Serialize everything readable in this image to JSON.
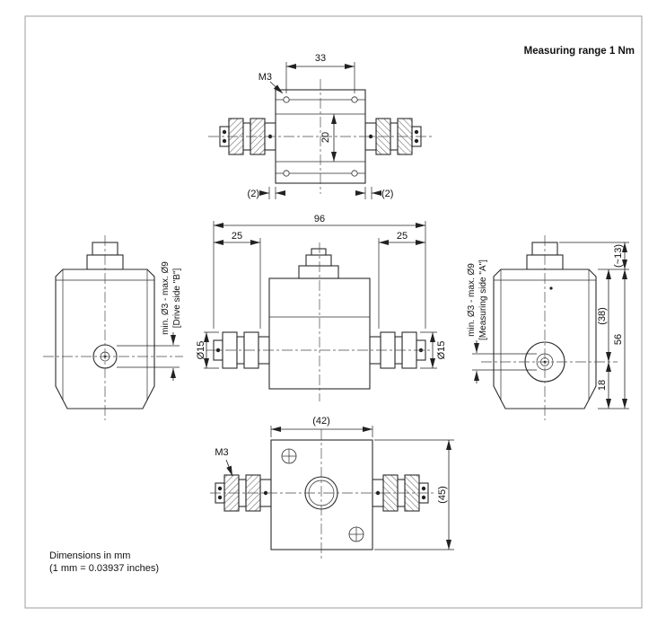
{
  "page": {
    "title": "Measuring range 1 Nm",
    "footer": {
      "line1": "Dimensions in mm",
      "line2": "(1 mm = 0.03937 inches)"
    }
  },
  "top_view": {
    "dim_width": "33",
    "thread_label": "M3",
    "dim_inner": "20",
    "dim_gap_left": "(2)",
    "dim_gap_right": "(2)"
  },
  "front_view": {
    "dim_total_length": "96",
    "dim_clamp_left": "25",
    "dim_clamp_right": "25",
    "dim_coupling_dia_left": "Ø15",
    "dim_coupling_dia_right": "Ø15"
  },
  "left_view": {
    "shaft_range_label": "min. Ø3 - max. Ø9",
    "side_label": "[Drive side \"B\"]"
  },
  "right_view": {
    "shaft_range_label": "min. Ø3 - max. Ø9",
    "side_label": "[Measuring side \"A\"]",
    "dim_connector_height": "(~13)",
    "dim_top_to_shaft": "(38)",
    "dim_body_height": "56",
    "dim_shaft_to_bottom": "18"
  },
  "bottom_view": {
    "dim_width": "(42)",
    "thread_label": "M3",
    "dim_height": "(45)"
  }
}
